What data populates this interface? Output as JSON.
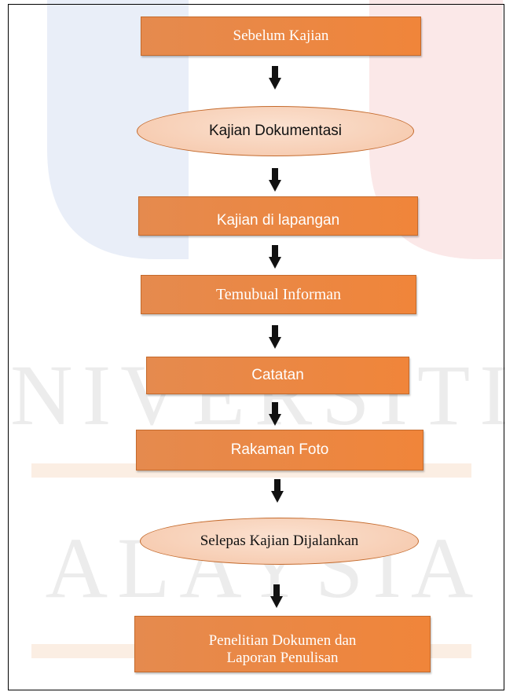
{
  "steps": [
    {
      "label": "Sebelum Kajian"
    },
    {
      "label": "Kajian Dokumentasi"
    },
    {
      "label": "Kajian di lapangan"
    },
    {
      "label": "Temubual Informan"
    },
    {
      "label": "Catatan"
    },
    {
      "label": "Rakaman Foto"
    },
    {
      "label": "Selepas Kajian Dijalankan"
    },
    {
      "label": "Penelitian Dokumen dan Laporan Penulisan"
    }
  ],
  "watermark": {
    "line1": "NIVERSITI",
    "line2": "ALAYSIA"
  },
  "colors": {
    "box_fill": "#f0853a",
    "box_border": "#c46a2c",
    "oval_fill": "#f7cdb1",
    "arrow": "#111111"
  }
}
